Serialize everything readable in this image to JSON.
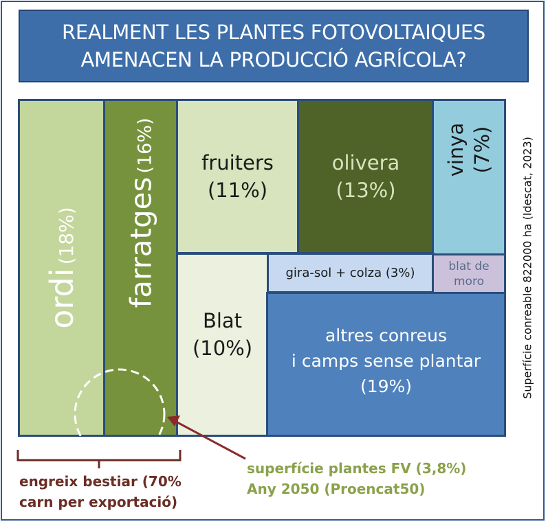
{
  "title": {
    "line1": "REALMENT LES PLANTES FOTOVOLTAIQUES",
    "line2": "AMENACEN LA PRODUCCIÓ AGRÍCOLA?"
  },
  "crops": {
    "ordi": {
      "name": "ordi",
      "pct": "(18%)",
      "share": 18,
      "color": "#c3d69b"
    },
    "farratges": {
      "name": "farratges",
      "pct": "(16%)",
      "share": 16,
      "color": "#76923c"
    },
    "fruiters": {
      "line1": "fruiters",
      "line2": "(11%)",
      "share": 11,
      "color": "#d7e4bd"
    },
    "olivera": {
      "line1": "olivera",
      "line2": "(13%)",
      "share": 13,
      "color": "#4f6228"
    },
    "vinya": {
      "name": "vinya",
      "pct": "(7%)",
      "share": 7,
      "color": "#93cddd"
    },
    "girasol": {
      "label": "gira-sol + colza (3%)",
      "share": 3,
      "color": "#c6d9f1"
    },
    "blat_moro": {
      "line1": "blat de",
      "line2": "moro",
      "color": "#ccc1da"
    },
    "blat": {
      "line1": "Blat",
      "line2": "(10%)",
      "share": 10,
      "color": "#ebf1de"
    },
    "altres": {
      "line1": "altres conreus",
      "line2": "i camps sense plantar",
      "line3": "(19%)",
      "share": 19,
      "color": "#4f81bd"
    }
  },
  "side_note": "Superfície conreable 822000 ha (Idescat, 2023)",
  "brace_label": {
    "line1": "engreix bestiar (70%",
    "line2": "carn per exportació)"
  },
  "fv_label": {
    "line1": "superfície plantes FV (3,8%)",
    "line2": "Any 2050 (Proencat50)"
  },
  "colors": {
    "title_bg": "#3d6eaa",
    "border": "#2a4d7a",
    "brace": "#6b2d24",
    "fv_text": "#8aa14a",
    "arrow": "#8b2a2a"
  }
}
